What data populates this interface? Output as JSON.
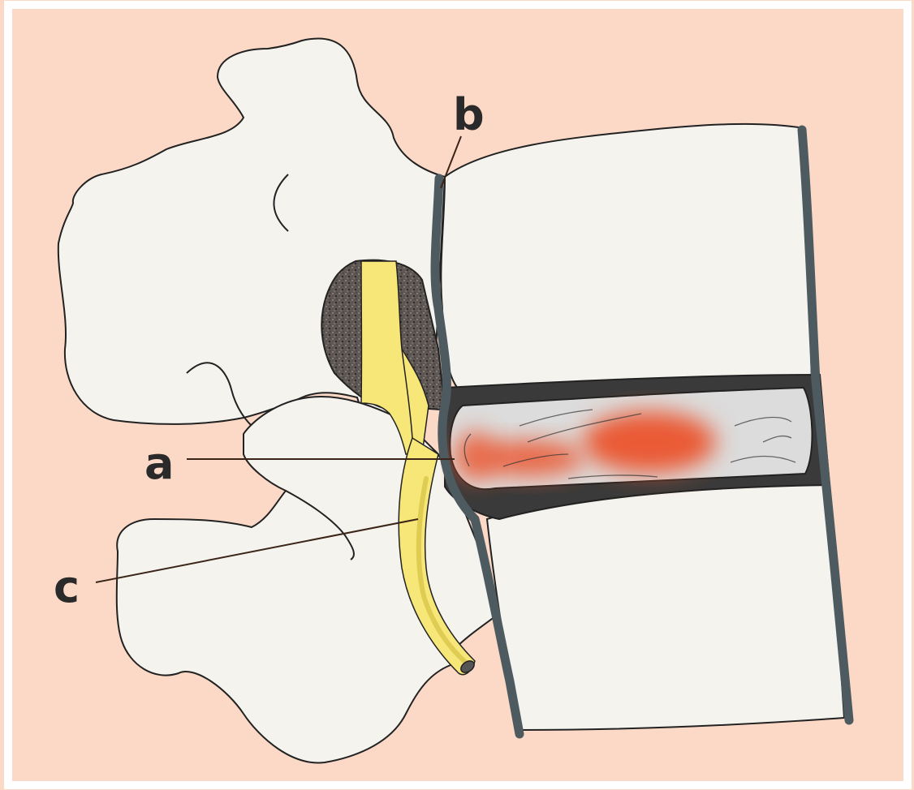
{
  "labels": {
    "a": "a",
    "b": "b",
    "c": "c"
  },
  "colors": {
    "background": "#fbd9c6",
    "bone": "#f5f3ee",
    "outline": "#222222",
    "ligament": "#4d5b61",
    "nerve": "#f7e678",
    "nerve_edge": "#d8c54a",
    "foramen": "#6a625f",
    "disc": "#dcdcdc",
    "herniation": "#ea5a34",
    "disc_gap": "#3a3a3a"
  },
  "icons": {
    "herniated_disc": "herniated-disc-icon",
    "nerve_root": "nerve-root-icon"
  }
}
